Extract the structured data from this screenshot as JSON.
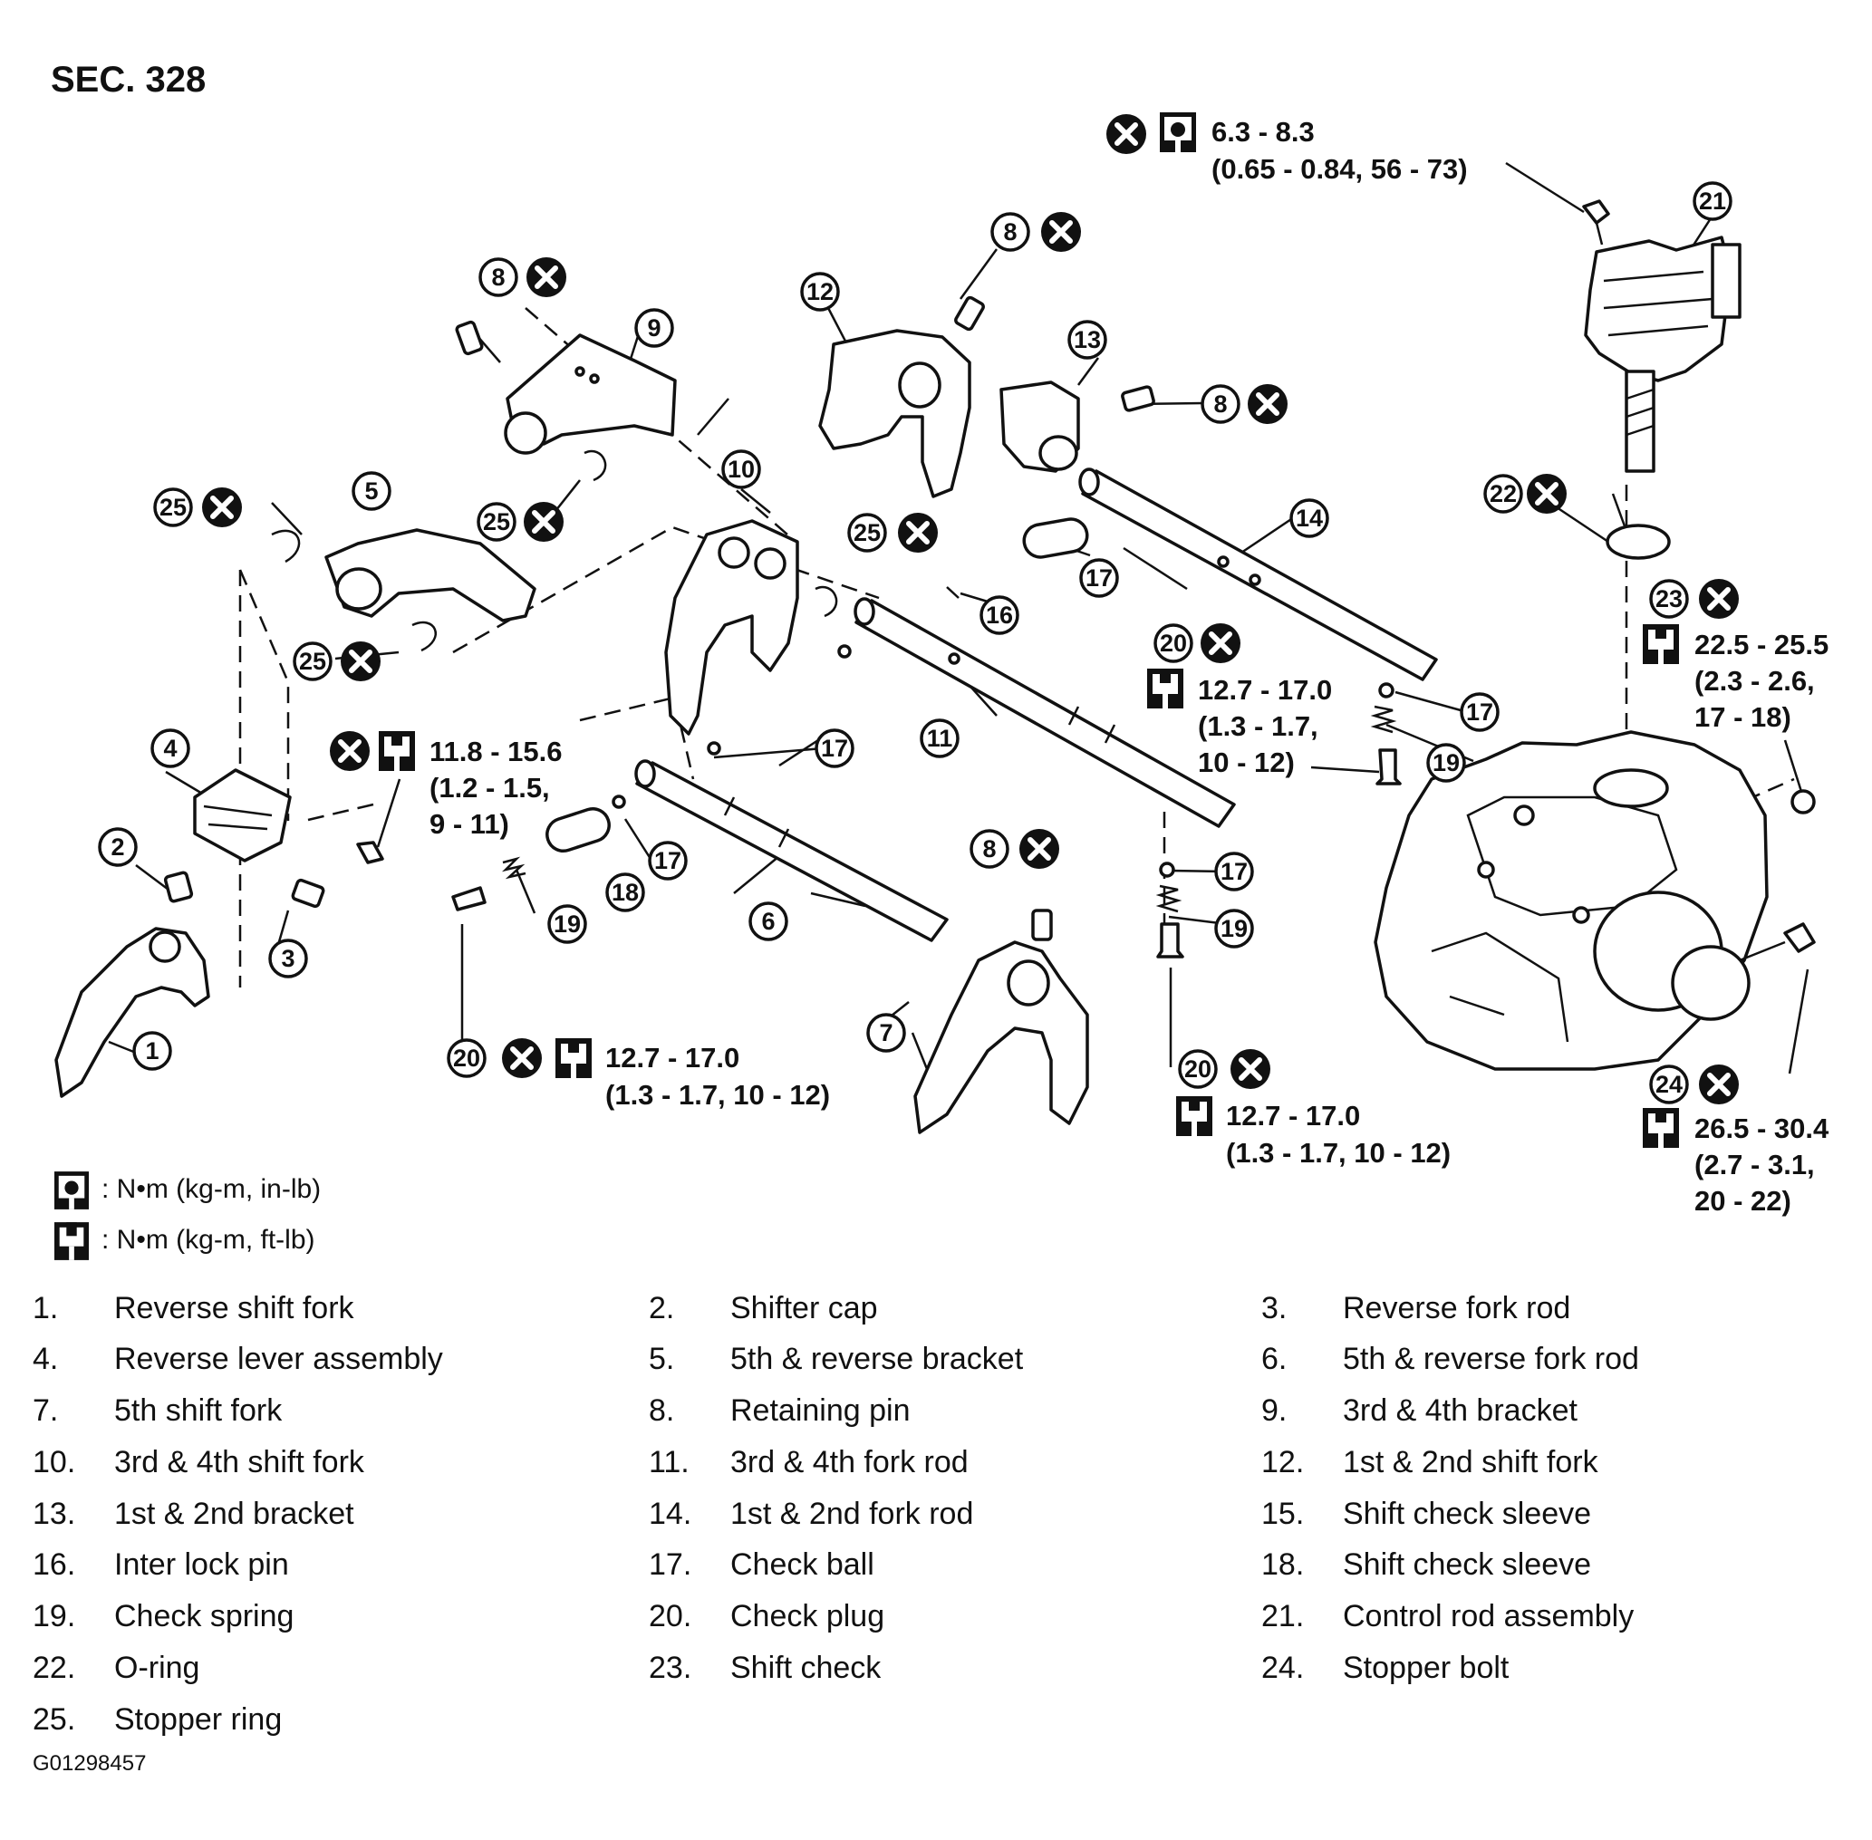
{
  "section": "SEC. 328",
  "torque_specs": {
    "t21": [
      "6.3 - 8.3",
      "(0.65 - 0.84, 56 - 73)"
    ],
    "t23": [
      "22.5 - 25.5",
      "(2.3 - 2.6,",
      "17 - 18)"
    ],
    "t20a": [
      "12.7 - 17.0",
      "(1.3 - 1.7,",
      "10 - 12)"
    ],
    "t4": [
      "11.8 - 15.6",
      "(1.2 - 1.5,",
      "9 - 11)"
    ],
    "t20b": [
      "12.7 - 17.0",
      "(1.3 - 1.7, 10 - 12)"
    ],
    "t20c": [
      "12.7 - 17.0",
      "(1.3 - 1.7, 10 - 12)"
    ],
    "t24": [
      "26.5 - 30.4",
      "(2.7 - 3.1,",
      "20 - 22)"
    ]
  },
  "units_legend": {
    "inlb": ": N•m (kg-m, in-lb)",
    "ftlb": ": N•m (kg-m, ft-lb)"
  },
  "icons": {
    "no_reuse": "circled-x-icon",
    "torque_inlb": "torque-wrench-inlb-icon",
    "torque_ftlb": "torque-wrench-ftlb-icon"
  },
  "parts": [
    {
      "num": "1.",
      "name": "Reverse shift fork"
    },
    {
      "num": "2.",
      "name": "Shifter cap"
    },
    {
      "num": "3.",
      "name": "Reverse fork rod"
    },
    {
      "num": "4.",
      "name": "Reverse lever assembly"
    },
    {
      "num": "5.",
      "name": "5th & reverse bracket"
    },
    {
      "num": "6.",
      "name": "5th & reverse fork rod"
    },
    {
      "num": "7.",
      "name": "5th shift fork"
    },
    {
      "num": "8.",
      "name": "Retaining pin"
    },
    {
      "num": "9.",
      "name": "3rd & 4th bracket"
    },
    {
      "num": "10.",
      "name": "3rd & 4th shift fork"
    },
    {
      "num": "11.",
      "name": "3rd & 4th fork rod"
    },
    {
      "num": "12.",
      "name": "1st & 2nd shift fork"
    },
    {
      "num": "13.",
      "name": "1st & 2nd bracket"
    },
    {
      "num": "14.",
      "name": "1st & 2nd fork rod"
    },
    {
      "num": "15.",
      "name": "Shift check sleeve"
    },
    {
      "num": "16.",
      "name": "Inter lock pin"
    },
    {
      "num": "17.",
      "name": "Check ball"
    },
    {
      "num": "18.",
      "name": "Shift check sleeve"
    },
    {
      "num": "19.",
      "name": "Check spring"
    },
    {
      "num": "20.",
      "name": "Check plug"
    },
    {
      "num": "21.",
      "name": "Control rod assembly"
    },
    {
      "num": "22.",
      "name": "O-ring"
    },
    {
      "num": "23.",
      "name": "Shift check"
    },
    {
      "num": "24.",
      "name": "Stopper bolt"
    },
    {
      "num": "25.",
      "name": "Stopper ring"
    }
  ],
  "callouts": [
    "1",
    "2",
    "3",
    "4",
    "5",
    "6",
    "7",
    "8",
    "9",
    "10",
    "11",
    "12",
    "13",
    "14",
    "16",
    "17",
    "18",
    "19",
    "20",
    "21",
    "22",
    "23",
    "24",
    "25"
  ],
  "figure_id": "G01298457"
}
